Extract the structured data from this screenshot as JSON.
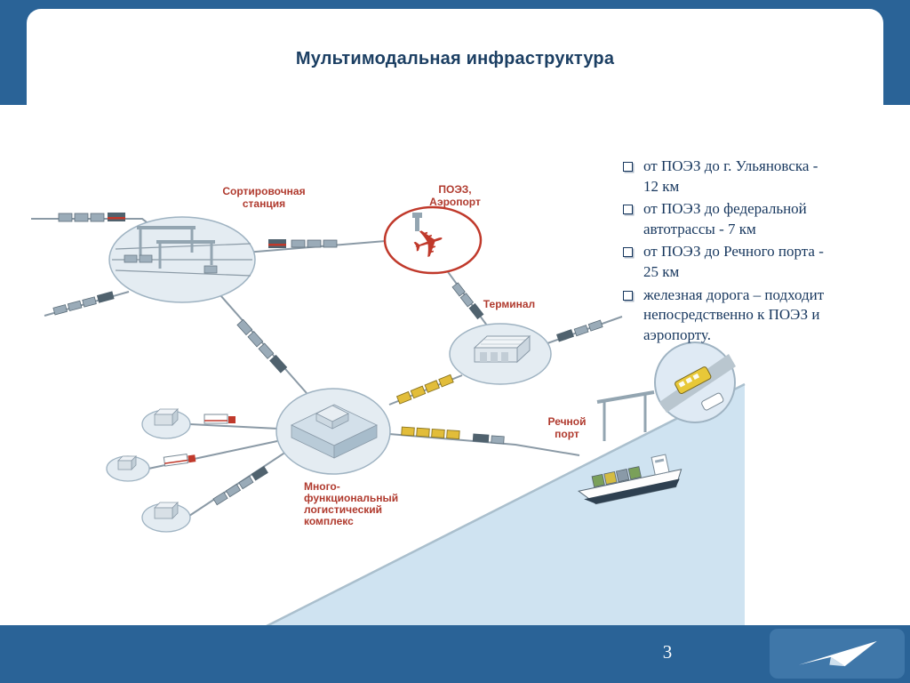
{
  "slide": {
    "title": "Мультимодальная инфраструктура",
    "page_number": "3"
  },
  "bullets": [
    "от ПОЭЗ до г. Ульяновска - 12 км",
    "от ПОЭЗ до федеральной автотрассы - 7 км",
    "от ПОЭЗ до Речного порта - 25 км",
    "железная дорога – подходит непосредственно к  ПОЭЗ и аэропорту."
  ],
  "diagram": {
    "labels": {
      "sorting_station": [
        "Сортировочная",
        "станция"
      ],
      "airport": [
        "ПОЭЗ,",
        "Аэропорт"
      ],
      "terminal": "Терминал",
      "logistics": [
        "Много-",
        "функциональный",
        "логистический",
        "комплекс"
      ],
      "river_port": [
        "Речной",
        "порт"
      ]
    }
  },
  "colors": {
    "band_blue": "#2a6397",
    "logo_tile_blue": "#3f77a9",
    "title_navy": "#1c3f63",
    "text_navy": "#17375e",
    "label_red": "#b03a2e",
    "water_blue": "#cfe3f1"
  }
}
